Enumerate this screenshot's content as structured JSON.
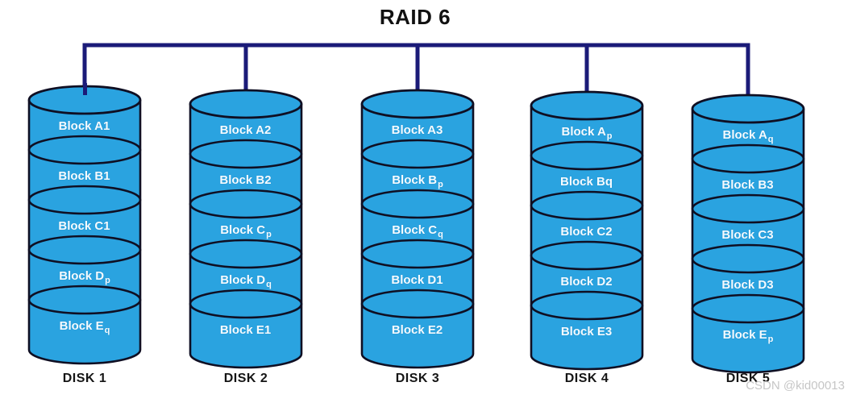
{
  "title": "RAID 6",
  "watermark": "CSDN @kid00013",
  "colors": {
    "cylinder_fill": "#2aa3e0",
    "cylinder_outline": "#0f0f23",
    "bus_line": "#1b1b78",
    "block_text": "#f5fbff",
    "label_text": "#151515",
    "watermark_text": "#c6c6c6"
  },
  "disks": [
    {
      "label": "DISK 1",
      "blocks": [
        {
          "text": "Block A1",
          "sub": ""
        },
        {
          "text": "Block B1",
          "sub": ""
        },
        {
          "text": "Block C1",
          "sub": ""
        },
        {
          "text": "Block D",
          "sub": "p"
        },
        {
          "text": "Block E",
          "sub": "q"
        }
      ]
    },
    {
      "label": "DISK 2",
      "blocks": [
        {
          "text": "Block A2",
          "sub": ""
        },
        {
          "text": "Block B2",
          "sub": ""
        },
        {
          "text": "Block C",
          "sub": "p"
        },
        {
          "text": "Block D",
          "sub": "q"
        },
        {
          "text": "Block E1",
          "sub": ""
        }
      ]
    },
    {
      "label": "DISK 3",
      "blocks": [
        {
          "text": "Block A3",
          "sub": ""
        },
        {
          "text": "Block B",
          "sub": "p"
        },
        {
          "text": "Block C",
          "sub": "q"
        },
        {
          "text": "Block D1",
          "sub": ""
        },
        {
          "text": "Block E2",
          "sub": ""
        }
      ]
    },
    {
      "label": "DISK 4",
      "blocks": [
        {
          "text": "Block A",
          "sub": "p"
        },
        {
          "text": "Block Bq",
          "sub": ""
        },
        {
          "text": "Block C2",
          "sub": ""
        },
        {
          "text": "Block D2",
          "sub": ""
        },
        {
          "text": "Block E3",
          "sub": ""
        }
      ]
    },
    {
      "label": "DISK 5",
      "blocks": [
        {
          "text": "Block A",
          "sub": "q"
        },
        {
          "text": "Block B3",
          "sub": ""
        },
        {
          "text": "Block C3",
          "sub": ""
        },
        {
          "text": "Block D3",
          "sub": ""
        },
        {
          "text": "Block E",
          "sub": "p"
        }
      ]
    }
  ]
}
